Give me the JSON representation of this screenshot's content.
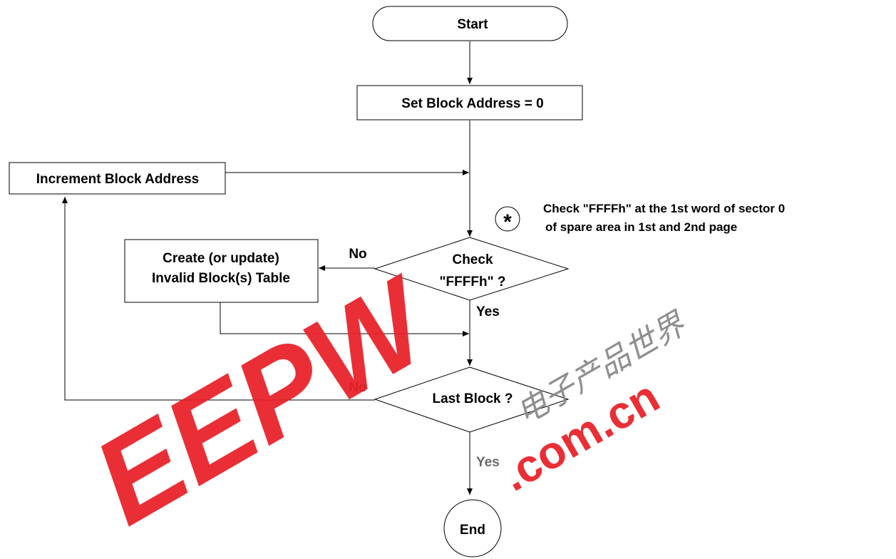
{
  "nodes": {
    "start": "Start",
    "set_block": "Set Block Address = 0",
    "increment": "Increment Block Address",
    "create_line1": "Create (or update)",
    "create_line2": "Invalid Block(s) Table",
    "check_line1": "Check",
    "check_line2": "\"FFFFh\" ?",
    "last_block": "Last Block ?",
    "end": "End"
  },
  "edges": {
    "check_no": "No",
    "check_yes": "Yes",
    "last_no": "No",
    "last_yes": "Yes"
  },
  "note": {
    "symbol": "*",
    "line1": "Check \"FFFFh\" at the 1st word of  sector 0",
    "line2": "of spare area in 1st and 2nd page"
  },
  "watermark": {
    "logo": "EEPW",
    "cn_text": "电子产品世界",
    "domain": ".com.cn",
    "color": "#e8232b"
  }
}
